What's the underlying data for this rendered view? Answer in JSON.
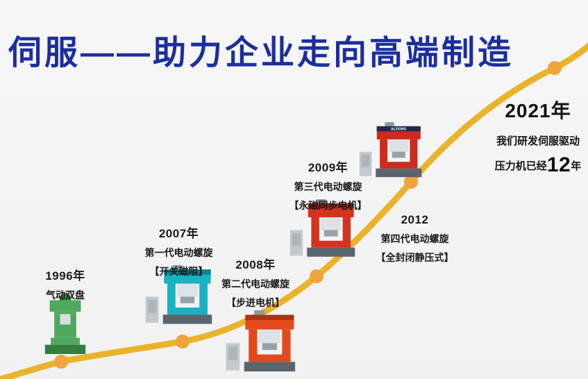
{
  "title": "伺服——助力企业走向高端制造",
  "colors": {
    "background": "#f4f4f4",
    "title_blue": "#1c2e9e",
    "curve_gold": "#e9b42c",
    "dot_orange": "#f2a339",
    "text_dark": "#1a1a1a"
  },
  "milestones": [
    {
      "year": "1996年",
      "line1": "气动双盘",
      "machine": "pneumatic-double-disc-press",
      "machine_color": "#4fa95d",
      "machine_dark": "#357c3f"
    },
    {
      "year": "2007年",
      "line1": "第一代电动螺旋",
      "line2": "【开关磁阻】",
      "machine": "first-gen-electric-screw-press",
      "machine_color": "#19b2c3",
      "machine_dark": "#0d7f8d"
    },
    {
      "year": "2008年",
      "line1": "第二代电动螺旋",
      "line2": "【步进电机】",
      "machine": "second-gen-electric-screw-press",
      "machine_color": "#e24a1e",
      "machine_dark": "#a93413"
    },
    {
      "year": "2009年",
      "line1": "第三代电动螺旋",
      "line2": "【永磁同步电机】",
      "machine": "third-gen-electric-screw-press",
      "machine_color": "#d5331f",
      "machine_dark": "#9c2314"
    },
    {
      "year": "2012",
      "line1": "第四代电动螺旋",
      "line2": "【全封闭静压式】",
      "machine": "fourth-gen-electric-screw-press",
      "machine_color": "#cd2b1e",
      "machine_dark": "#20294d",
      "brand": "ALOONG"
    }
  ],
  "finale": {
    "year": "2021年",
    "line1": "我们研发伺服驱动",
    "line2_prefix": "压力机已经",
    "line2_number": "12",
    "line2_suffix": "年"
  }
}
